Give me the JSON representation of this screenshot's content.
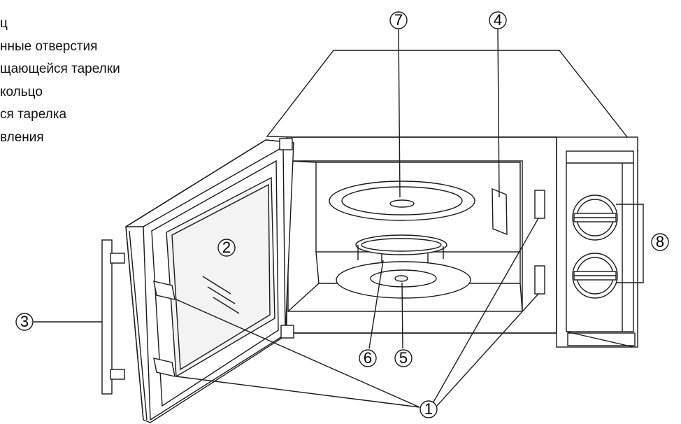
{
  "legend": {
    "items": [
      "ц",
      "нные отверстия",
      "щающейся тарелки",
      " кольцо",
      "ся тарелка",
      "вления"
    ]
  },
  "callouts": {
    "c1": "1",
    "c2": "2",
    "c3": "3",
    "c4": "4",
    "c5": "5",
    "c6": "6",
    "c7": "7",
    "c8": "8"
  }
}
